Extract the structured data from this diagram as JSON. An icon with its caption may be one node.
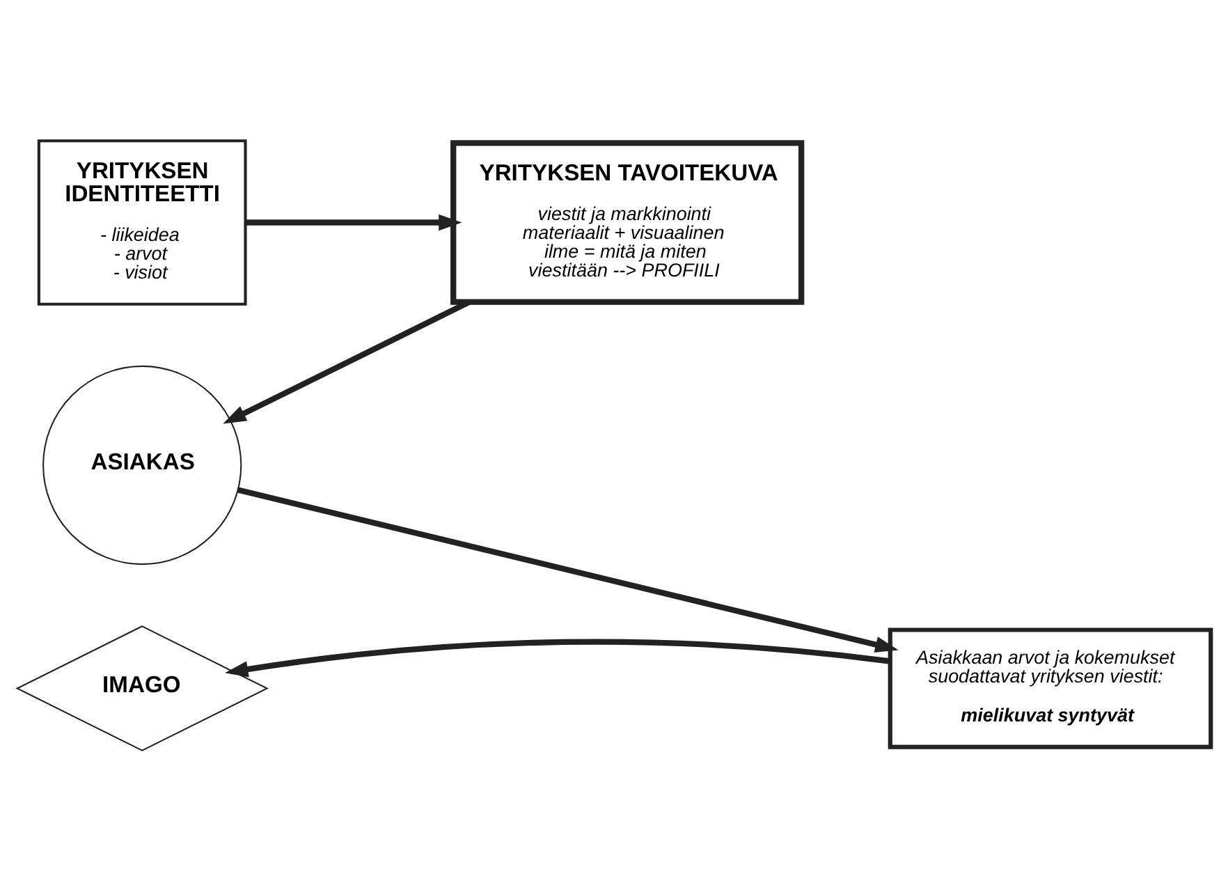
{
  "diagram": {
    "nodes": [
      {
        "text": [
          "YRITYKSEN IDENTITEETTI",
          "- liikeidea - arvot - visiot"
        ]
      },
      {
        "text": [
          "YRITYKSEN TAVOITEKUVA",
          "viestit ja markkinointi materiaalit + visuaalinen ilme = mitä ja miten viestitään --> PROFIILI"
        ]
      },
      {
        "text": [
          "ASIAKAS"
        ]
      },
      {
        "text": [
          "Asiakkaan arvot ja kokemukset suodattavat yrityksen viestit:",
          "mielikuvat syntyvät"
        ]
      },
      {
        "text": [
          "IMAGO"
        ]
      }
    ],
    "edges": [
      {
        "from": 0,
        "to": 1,
        "arrow": "to"
      },
      {
        "from": 1,
        "to": 2,
        "arrow": "to"
      },
      {
        "from": 2,
        "to": 3,
        "arrow": "to"
      },
      {
        "from": 3,
        "to": 4,
        "arrow": "to"
      }
    ]
  }
}
